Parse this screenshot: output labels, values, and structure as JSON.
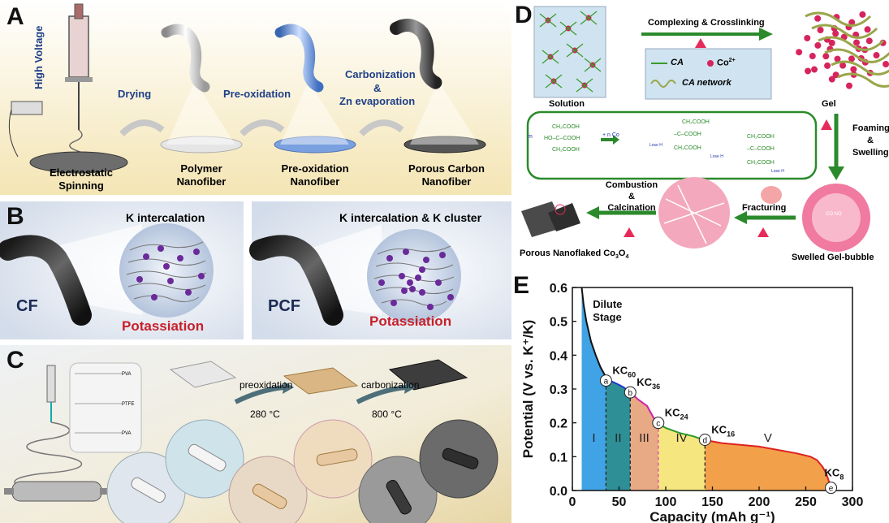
{
  "panels": {
    "A": {
      "label": "A",
      "high_voltage": "High Voltage",
      "steps": [
        "Drying",
        "Pre-oxidation",
        "Carbonization",
        "&",
        "Zn evaporation"
      ],
      "stages": [
        {
          "line1": "Electrostatic",
          "line2": "Spinning"
        },
        {
          "line1": "Polymer",
          "line2": "Nanofiber"
        },
        {
          "line1": "Pre-oxidation",
          "line2": "Nanofiber"
        },
        {
          "line1": "Porous Carbon",
          "line2": "Nanofiber"
        }
      ]
    },
    "B": {
      "label": "B",
      "left": {
        "title": "K intercalation",
        "fiber": "CF",
        "caption": "Potassiation"
      },
      "right": {
        "title": "K intercalation & K cluster",
        "fiber": "PCF",
        "caption": "Potassiation"
      }
    },
    "C": {
      "label": "C",
      "step1": "preoxidation",
      "temp1": "280 °C",
      "step2": "carbonization",
      "temp2": "800 °C",
      "pva_top": "PVA",
      "ptfe": "PTFE",
      "pva_bottom": "PVA"
    },
    "D": {
      "label": "D",
      "complexing": "Complexing & Crosslinking",
      "legend_ca": "CA",
      "legend_co_base": "Co",
      "legend_co_sup": "2+",
      "legend_network": "CA network",
      "solution": "Solution",
      "gel": "Gel",
      "foaming": "Foaming",
      "amp1": "&",
      "swelling": "Swelling",
      "fracturing": "Fracturing",
      "combustion": "Combustion",
      "amp2": "&",
      "calcination": "Calcination",
      "bubble": "Swelled Gel-bubble",
      "co2": "CO",
      "no2": "NO",
      "product_base": "Porous Nanoflaked Co",
      "product_sub1": "3",
      "product_mid": "O",
      "product_sub2": "4",
      "eq_m": "m",
      "eq_plus": "+ n Co",
      "eq_lose1": "Lose H",
      "eq_lose2": "Lose H",
      "eq_lose3": "Lose H"
    },
    "E": {
      "label": "E"
    }
  },
  "chart_data": {
    "type": "area",
    "xlabel": "Capacity (mAh g⁻¹)",
    "ylabel": "Potential (V vs. K⁺/K)",
    "xlim": [
      0,
      300
    ],
    "ylim": [
      0,
      0.6
    ],
    "xticks": [
      "0",
      "50",
      "100",
      "150",
      "200",
      "250",
      "300"
    ],
    "yticks": [
      "0.0",
      "0.1",
      "0.2",
      "0.3",
      "0.4",
      "0.5",
      "0.6"
    ],
    "annotation": {
      "line1": "Dilute",
      "line2": "Stage"
    },
    "curve": [
      [
        10,
        0.6
      ],
      [
        12,
        0.55
      ],
      [
        15,
        0.5
      ],
      [
        20,
        0.44
      ],
      [
        25,
        0.4
      ],
      [
        30,
        0.365
      ],
      [
        35,
        0.34
      ],
      [
        40,
        0.325
      ],
      [
        48,
        0.315
      ],
      [
        55,
        0.305
      ],
      [
        62,
        0.29
      ],
      [
        70,
        0.27
      ],
      [
        80,
        0.25
      ],
      [
        90,
        0.2
      ],
      [
        100,
        0.185
      ],
      [
        115,
        0.17
      ],
      [
        130,
        0.16
      ],
      [
        140,
        0.15
      ],
      [
        160,
        0.14
      ],
      [
        180,
        0.135
      ],
      [
        200,
        0.13
      ],
      [
        220,
        0.12
      ],
      [
        240,
        0.11
      ],
      [
        255,
        0.1
      ],
      [
        262,
        0.09
      ],
      [
        268,
        0.07
      ],
      [
        272,
        0.05
      ],
      [
        275,
        0.025
      ],
      [
        277,
        0.008
      ]
    ],
    "regions": [
      {
        "name": "I",
        "from": 10,
        "to": 36,
        "color": "#3fa3e6"
      },
      {
        "name": "II",
        "from": 36,
        "to": 62,
        "color": "#2f8f96"
      },
      {
        "name": "III",
        "from": 62,
        "to": 92,
        "color": "#e8a985"
      },
      {
        "name": "IV",
        "from": 92,
        "to": 142,
        "color": "#f6e680"
      },
      {
        "name": "V",
        "from": 142,
        "to": 277,
        "color": "#f3a04a"
      }
    ],
    "points": [
      {
        "id": "a",
        "x": 36,
        "y": 0.325,
        "label": "KC",
        "sub": "60"
      },
      {
        "id": "b",
        "x": 62,
        "y": 0.29,
        "label": "KC",
        "sub": "36"
      },
      {
        "id": "c",
        "x": 92,
        "y": 0.2,
        "label": "KC",
        "sub": "24"
      },
      {
        "id": "d",
        "x": 142,
        "y": 0.15,
        "label": "KC",
        "sub": "16"
      },
      {
        "id": "e",
        "x": 277,
        "y": 0.008,
        "label": "KC",
        "sub": "8"
      }
    ],
    "segment_colors": [
      "#111111",
      "#2233cc",
      "#cc22aa",
      "#2b9a2b",
      "#dd2222"
    ]
  }
}
